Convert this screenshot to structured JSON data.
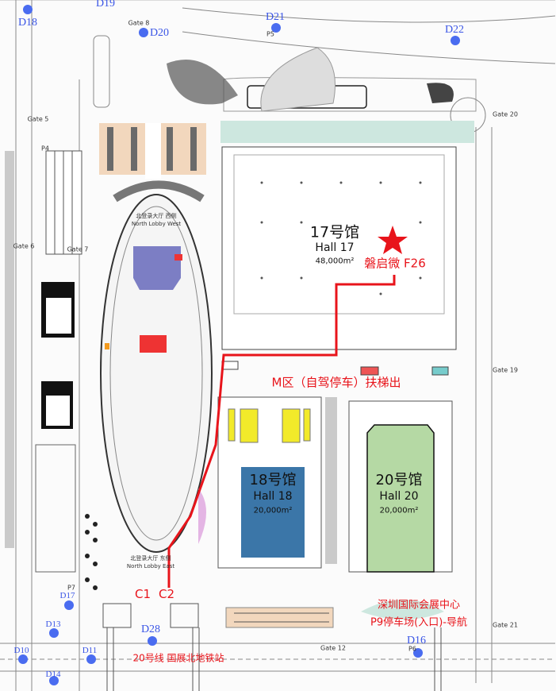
{
  "dock_points": [
    {
      "id": "D18"
    },
    {
      "id": "D19"
    },
    {
      "id": "D20"
    },
    {
      "id": "D21"
    },
    {
      "id": "D22"
    },
    {
      "id": "D17"
    },
    {
      "id": "D13"
    },
    {
      "id": "D10"
    },
    {
      "id": "D11"
    },
    {
      "id": "D14"
    },
    {
      "id": "D28"
    },
    {
      "id": "D16"
    }
  ],
  "gates": {
    "gate5": "Gate 5",
    "gate6": "Gate 6",
    "gate7": "Gate 7",
    "gate8": "Gate 8",
    "gate12": "Gate 12",
    "gate19": "Gate 19",
    "gate20": "Gate 20",
    "gate21": "Gate 21"
  },
  "parking": {
    "p4": "P4",
    "p5": "P5",
    "p6": "P6",
    "p7": "P7"
  },
  "lobbies": {
    "west_cn": "北登录大厅 西侧",
    "west_en": "North Lobby West",
    "east_cn": "北登录大厅 东侧",
    "east_en": "North Lobby East"
  },
  "halls": [
    {
      "cn": "17号馆",
      "en": "Hall 17",
      "area": "48,000m²"
    },
    {
      "cn": "18号馆",
      "en": "Hall 18",
      "area": "20,000m²",
      "color": "#3b76a8"
    },
    {
      "cn": "20号馆",
      "en": "Hall 20",
      "area": "20,000m²",
      "color": "#b5d9a4"
    }
  ],
  "booth": {
    "label": "磐启微 F26",
    "marker": "star-icon"
  },
  "annotations": {
    "m_zone": "M区（自驾停车）扶梯出",
    "c1": "C1",
    "c2": "C2",
    "venue": "深圳国际会展中心",
    "p9": "P9停车场(入口)-导航",
    "metro": "20号线 国展北地铁站"
  },
  "colors": {
    "route": "#e8141b",
    "dock": "#4a6cf0"
  }
}
